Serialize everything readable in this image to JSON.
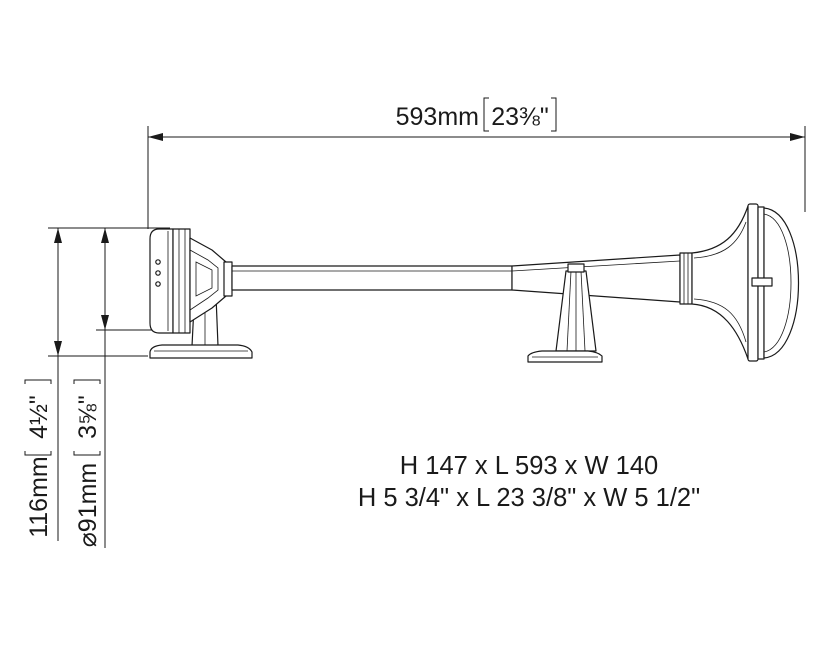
{
  "dimensions": {
    "length": {
      "metric": "593mm",
      "imperial": "23⅜\""
    },
    "height": {
      "metric": "116mm",
      "imperial": "4½\""
    },
    "diameter": {
      "metric": "⌀91mm",
      "imperial": "3⅝\""
    }
  },
  "summary": {
    "metric": "H 147 x L 593 x W 140",
    "imperial": "H 5 3/4\" x L 23 3/8\" x W 5 1/2\""
  }
}
